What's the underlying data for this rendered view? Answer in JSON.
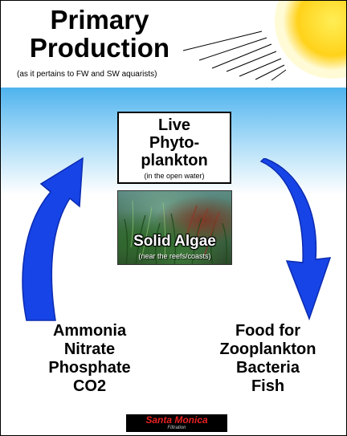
{
  "header": {
    "title_line1": "Primary",
    "title_line2": "Production",
    "subtitle": "(as it pertains to FW and SW aquarists)"
  },
  "phytoplankton": {
    "title_line1": "Live",
    "title_line2": "Phyto-",
    "title_line3": "plankton",
    "note": "(in the open water)"
  },
  "algae": {
    "title": "Solid Algae",
    "note": "(near the reefs/coasts)"
  },
  "nutrients": [
    "Ammonia",
    "Nitrate",
    "Phosphate",
    "CO2"
  ],
  "consumers": [
    "Food for",
    "Zooplankton",
    "Bacteria",
    "Fish"
  ],
  "logo": {
    "main": "Santa Monica",
    "sub": "Filtration"
  },
  "colors": {
    "arrow": "#1744e6",
    "sun": "#ffd21a",
    "sky": "#4fb3ee",
    "logo_text": "#e82020"
  },
  "icons": [
    "sun-icon",
    "cycle-arrow-up-icon",
    "cycle-arrow-down-icon"
  ]
}
